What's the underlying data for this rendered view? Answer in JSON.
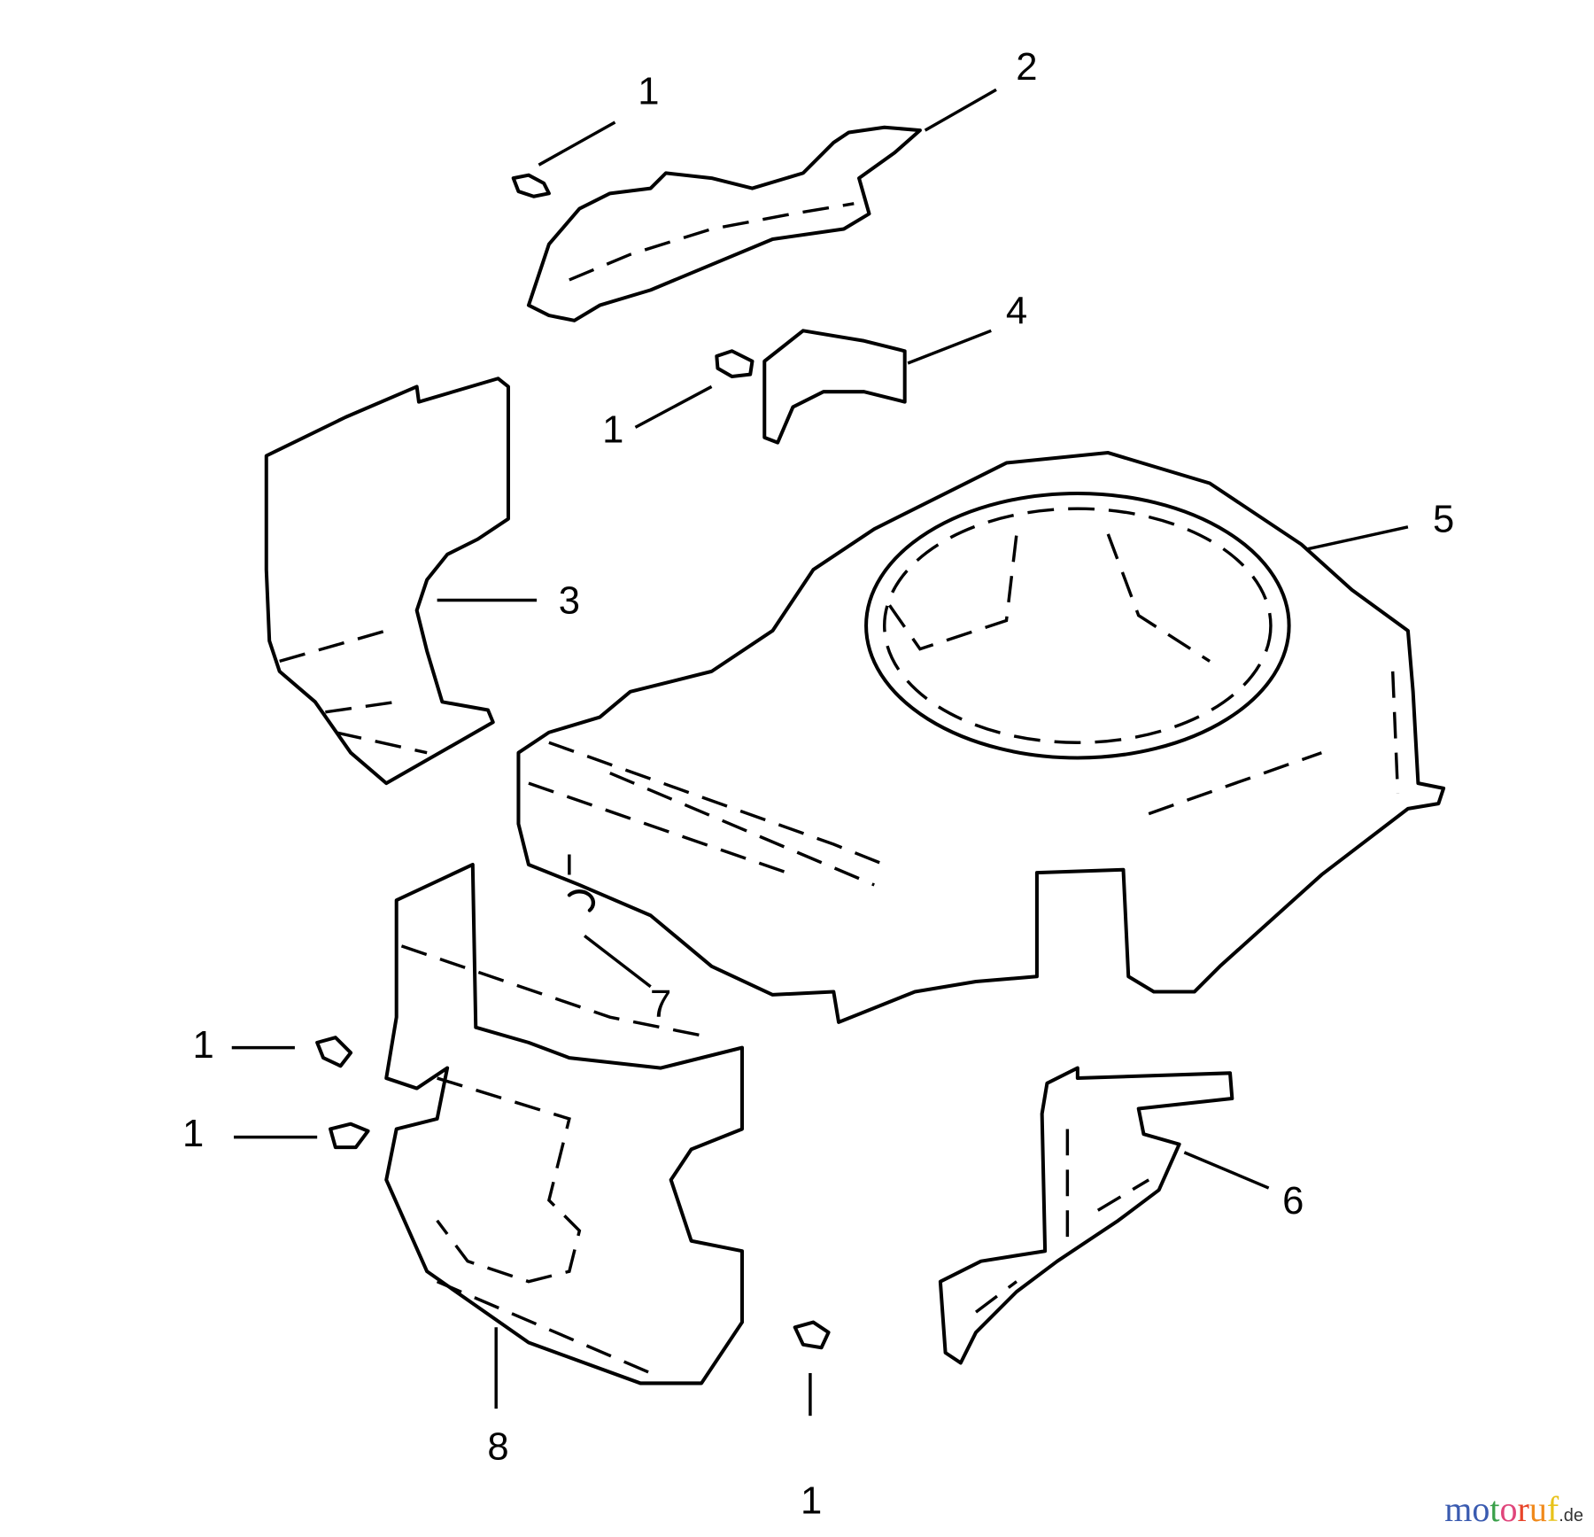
{
  "callouts": [
    {
      "id": "c1a",
      "label": "1"
    },
    {
      "id": "c2",
      "label": "2"
    },
    {
      "id": "c4",
      "label": "4"
    },
    {
      "id": "c1b",
      "label": "1"
    },
    {
      "id": "c5",
      "label": "5"
    },
    {
      "id": "c3",
      "label": "3"
    },
    {
      "id": "c7",
      "label": "7"
    },
    {
      "id": "c1c",
      "label": "1"
    },
    {
      "id": "c1d",
      "label": "1"
    },
    {
      "id": "c6",
      "label": "6"
    },
    {
      "id": "c8",
      "label": "8"
    },
    {
      "id": "c1e",
      "label": "1"
    }
  ],
  "watermark": {
    "letters": [
      "m",
      "o",
      "t",
      "o",
      "r",
      "u",
      "f"
    ],
    "colors": [
      "#3a5bb0",
      "#3a5bb0",
      "#3aa04a",
      "#e0457b",
      "#e8452a",
      "#f08a1c",
      "#e8c21a"
    ],
    "tld": ".de"
  }
}
